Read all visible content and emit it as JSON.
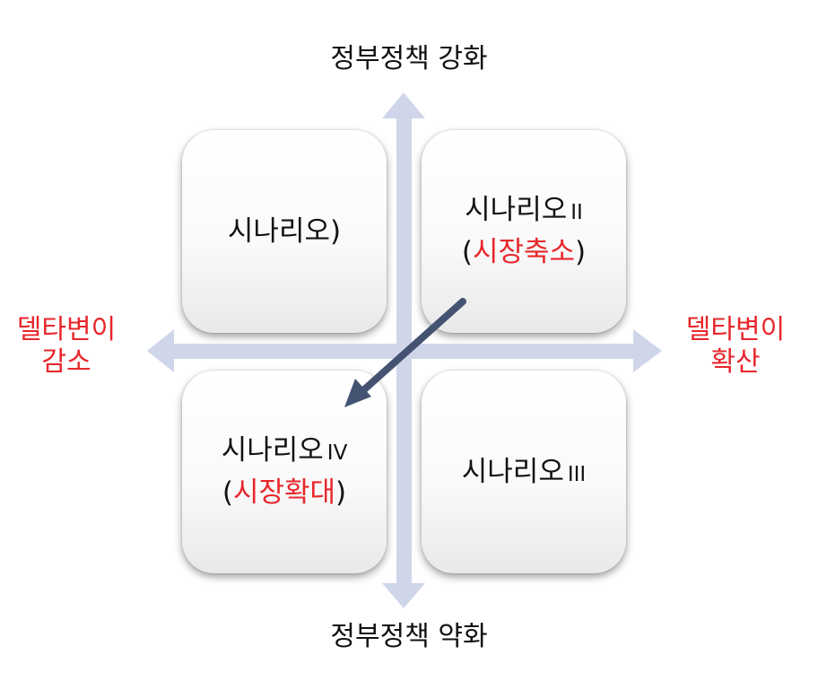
{
  "axis_labels": {
    "top": "정부정책 강화",
    "bottom": "정부정책 약화",
    "left": [
      "델타변이",
      "감소"
    ],
    "right": [
      "델타변이",
      "확산"
    ]
  },
  "quadrants": {
    "top_left": {
      "title": "시나리오)"
    },
    "top_right": {
      "title": "시나리오",
      "roman": "II",
      "paren_open": "(",
      "highlight": "시장축소",
      "paren_close": ")"
    },
    "bottom_left": {
      "title": "시나리오",
      "roman": "IV",
      "paren_open": "(",
      "highlight": "시장확대",
      "paren_close": ")"
    },
    "bottom_right": {
      "title": "시나리오",
      "roman": "III"
    }
  },
  "colors": {
    "axis": "#d0d6ea",
    "highlight": "#e8262b",
    "arrow": "#455372"
  }
}
